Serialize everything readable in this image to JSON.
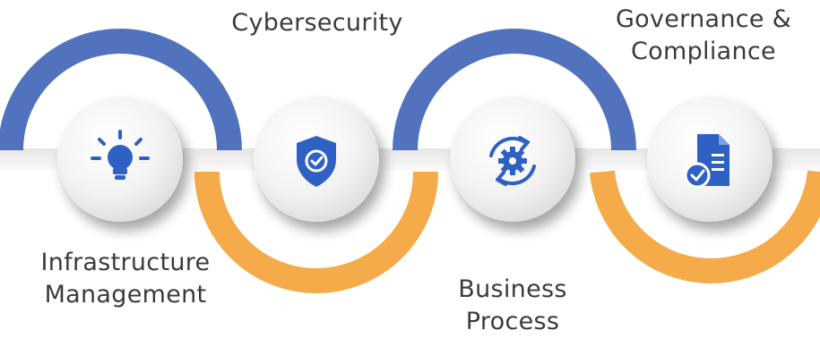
{
  "colors": {
    "blue_arc": "#5172bd",
    "orange_arc": "#f5ab49",
    "icon_blue": "#2f61c4",
    "text": "#3b3b3b",
    "circle_fill": "#f1f1f1"
  },
  "steps": [
    {
      "icon": "lightbulb-icon",
      "label_lines": [
        "Infrastructure",
        "Management"
      ]
    },
    {
      "icon": "shield-check-icon",
      "label_lines": [
        "Cybersecurity"
      ]
    },
    {
      "icon": "gear-cycle-icon",
      "label_lines": [
        "Business",
        "Process"
      ]
    },
    {
      "icon": "document-check-icon",
      "label_lines": [
        "Governance &",
        "Compliance"
      ]
    }
  ]
}
